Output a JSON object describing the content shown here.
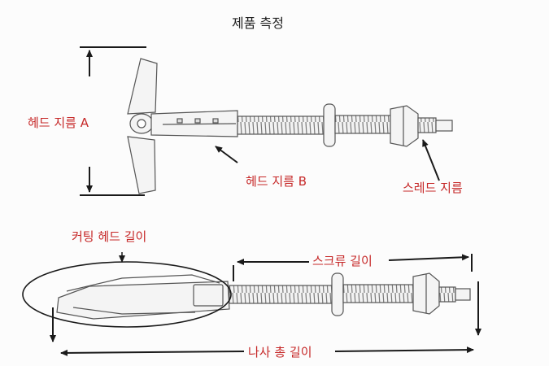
{
  "title": "제품 측정",
  "labels": {
    "head_diameter_a": "헤드 지름 A",
    "head_diameter_b": "헤드 지름 B",
    "thread_diameter": "스레드 지름",
    "cutting_head_length": "커팅 헤드 길이",
    "screw_length": "스크류 길이",
    "total_length": "나사 총 길이"
  },
  "colors": {
    "label": "#c62828",
    "title": "#222222",
    "line": "#1a1a1a",
    "sketch": "#555555"
  }
}
